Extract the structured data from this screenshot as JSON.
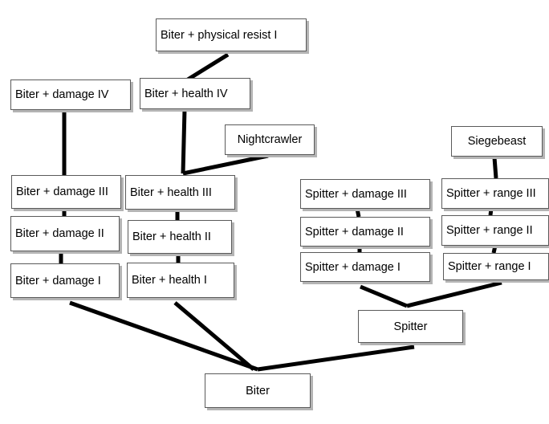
{
  "diagram": {
    "line_color": "#000000",
    "box_border_color": "#5a5a5a",
    "box_shadow_color": "#b4b4b4",
    "nodes": {
      "biter_physical_resist_1": "Biter + physical resist I",
      "biter_damage_4": "Biter + damage IV",
      "biter_health_4": "Biter + health IV",
      "nightcrawler": "Nightcrawler",
      "siegebeast": "Siegebeast",
      "biter_damage_3": "Biter + damage III",
      "biter_health_3": "Biter + health III",
      "spitter_damage_3": "Spitter + damage III",
      "spitter_range_3": "Spitter + range III",
      "biter_damage_2": "Biter + damage II",
      "biter_health_2": "Biter + health II",
      "spitter_damage_2": "Spitter + damage II",
      "spitter_range_2": "Spitter + range II",
      "biter_damage_1": "Biter + damage I",
      "biter_health_1": "Biter + health I",
      "spitter_damage_1": "Spitter + damage I",
      "spitter_range_1": "Spitter + range I",
      "spitter": "Spitter",
      "biter": "Biter"
    },
    "edges": [
      [
        "biter_health_4",
        "biter_physical_resist_1"
      ],
      [
        "biter_damage_3",
        "biter_damage_4"
      ],
      [
        "biter_health_3",
        "biter_health_4"
      ],
      [
        "biter_health_3",
        "nightcrawler"
      ],
      [
        "biter_damage_2",
        "biter_damage_3"
      ],
      [
        "biter_damage_1",
        "biter_damage_2"
      ],
      [
        "biter_health_2",
        "biter_health_3"
      ],
      [
        "biter_health_1",
        "biter_health_2"
      ],
      [
        "biter",
        "biter_damage_1"
      ],
      [
        "biter",
        "biter_health_1"
      ],
      [
        "biter",
        "spitter"
      ],
      [
        "spitter",
        "spitter_damage_1"
      ],
      [
        "spitter",
        "spitter_range_1"
      ],
      [
        "spitter_damage_2",
        "spitter_damage_3"
      ],
      [
        "spitter_damage_1",
        "spitter_damage_2"
      ],
      [
        "spitter_range_3",
        "siegebeast"
      ],
      [
        "spitter_range_2",
        "spitter_range_3"
      ],
      [
        "spitter_range_1",
        "spitter_range_2"
      ]
    ]
  }
}
